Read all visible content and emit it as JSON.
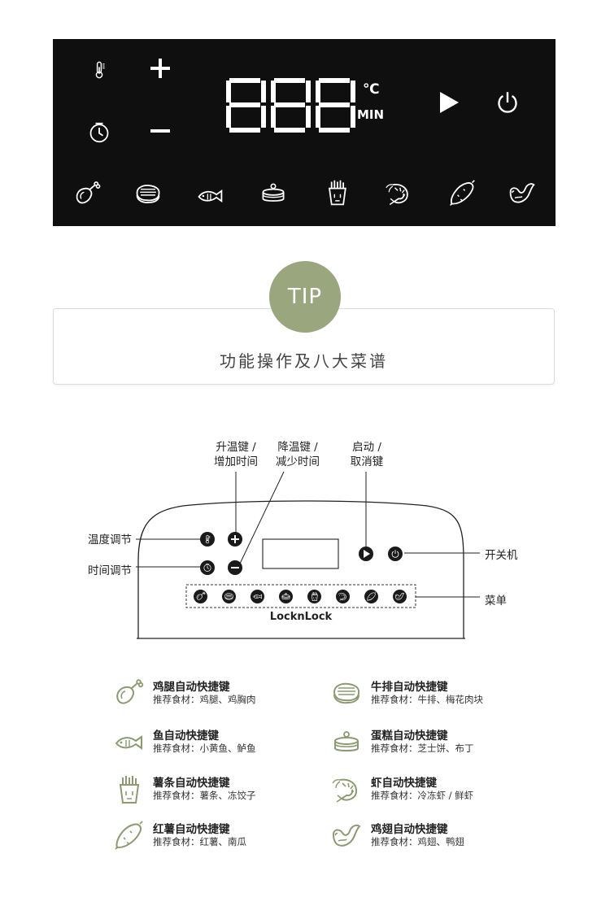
{
  "panel": {
    "display_digits": [
      "8",
      "8",
      "8"
    ],
    "unit_celsius": "℃",
    "unit_min": "MIN",
    "icons": [
      "thermometer-icon",
      "plus-icon",
      "clock-icon",
      "minus-icon",
      "play-icon",
      "power-icon",
      "drumstick-icon",
      "steak-icon",
      "fish-icon",
      "cake-icon",
      "fries-icon",
      "shrimp-icon",
      "sweet-potato-icon",
      "chicken-wing-icon"
    ]
  },
  "tip": {
    "badge": "TIP",
    "title": "功能操作及八大菜谱"
  },
  "diagram": {
    "callouts": {
      "temp_up": [
        "升温键 /",
        "增加时间"
      ],
      "temp_down": [
        "降温键 /",
        "减少时间"
      ],
      "start": [
        "启动 /",
        "取消键"
      ]
    },
    "labels": {
      "temp": "温度调节",
      "time": "时间调节",
      "power": "开关机",
      "menu": "菜单"
    },
    "brand": "LocknLock"
  },
  "legend": [
    {
      "icon": "drumstick-icon",
      "title": "鸡腿自动快捷键",
      "desc": "推荐食材：鸡腿、鸡胸肉"
    },
    {
      "icon": "steak-icon",
      "title": "牛排自动快捷键",
      "desc": "推荐食材：牛排、梅花肉块"
    },
    {
      "icon": "fish-icon",
      "title": "鱼自动快捷键",
      "desc": "推荐食材：小黄鱼、鲈鱼"
    },
    {
      "icon": "cake-icon",
      "title": "蛋糕自动快捷键",
      "desc": "推荐食材：芝士饼、布丁"
    },
    {
      "icon": "fries-icon",
      "title": "薯条自动快捷键",
      "desc": "推荐食材：薯条、冻饺子"
    },
    {
      "icon": "shrimp-icon",
      "title": "虾自动快捷键",
      "desc": "推荐食材：冷冻虾 / 鲜虾"
    },
    {
      "icon": "sweet-potato-icon",
      "title": "红薯自动快捷键",
      "desc": "推荐食材：红薯、南瓜"
    },
    {
      "icon": "chicken-wing-icon",
      "title": "鸡翅自动快捷键",
      "desc": "推荐食材：鸡翅、鸭翅"
    }
  ],
  "colors": {
    "panel_bg": "#0f0f0f",
    "tip_green": "#9aa67d",
    "legend_icon": "#8c9a72"
  }
}
